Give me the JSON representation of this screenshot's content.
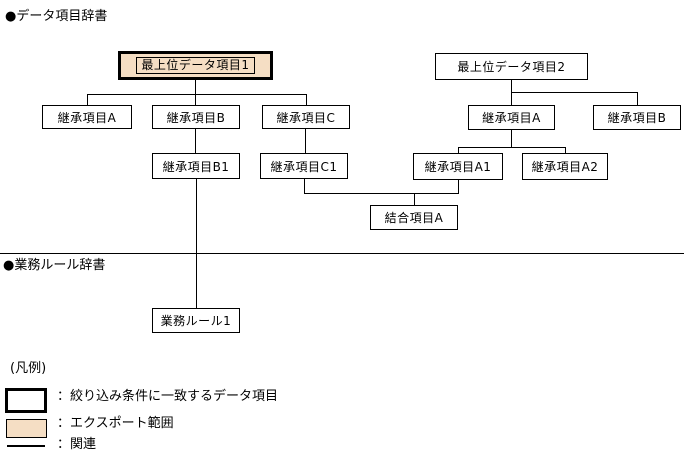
{
  "titles": {
    "data_dictionary": "●データ項目辞書",
    "business_rule_dictionary": "●業務ルール辞書"
  },
  "colors": {
    "export_range_fill": "#F5DEC4",
    "line_color": "#000000"
  },
  "diagram": {
    "nodes": {
      "top_item_1": "最上位データ項目1",
      "left_inherit_a": "継承項目A",
      "left_inherit_b": "継承項目B",
      "left_inherit_c": "継承項目C",
      "left_inherit_b1": "継承項目B1",
      "left_inherit_c1": "継承項目C1",
      "top_item_2": "最上位データ項目2",
      "right_inherit_a": "継承項目A",
      "right_inherit_b": "継承項目B",
      "right_inherit_a1": "継承項目A1",
      "right_inherit_a2": "継承項目A2",
      "join_item_a": "結合項目A",
      "business_rule_1": "業務ルール1"
    }
  },
  "legend": {
    "title": "(凡例)",
    "items": [
      {
        "label": "：絞り込み条件に一致するデータ項目"
      },
      {
        "label": "：エクスポート範囲"
      },
      {
        "label": "：関連"
      }
    ]
  }
}
